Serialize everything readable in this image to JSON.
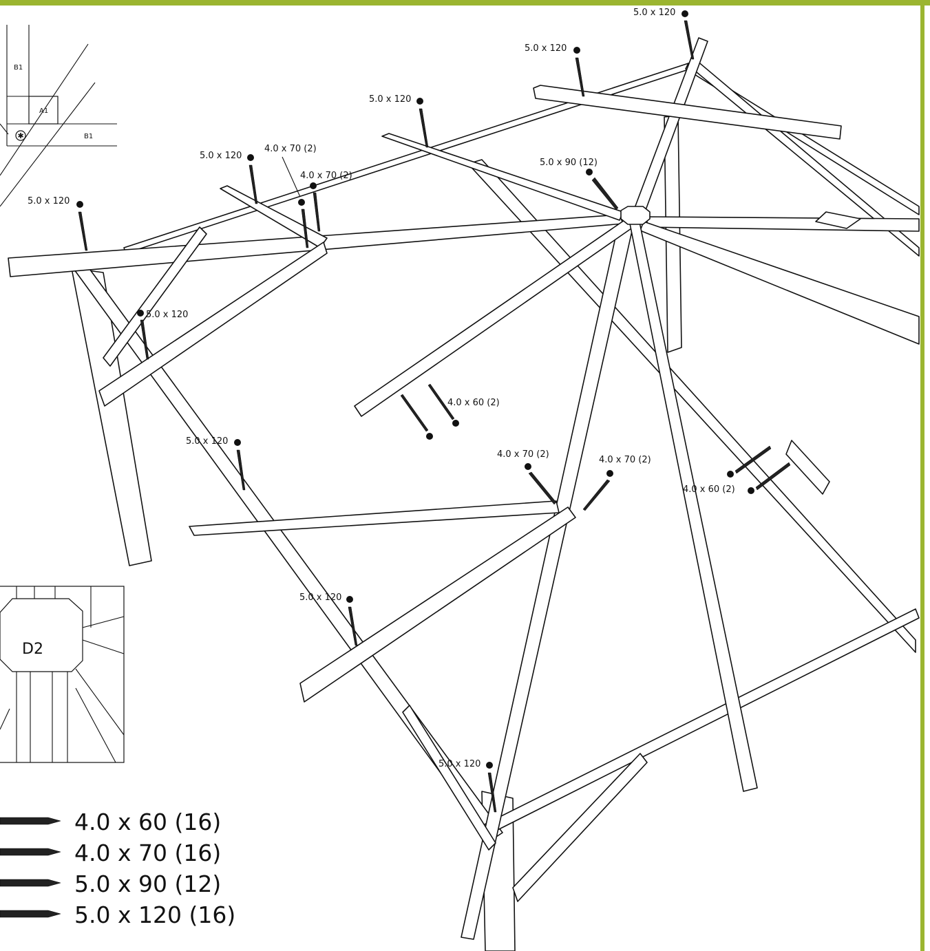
{
  "colors": {
    "accent": "#9bb530",
    "line": "#111111"
  },
  "inset_a": {
    "labels": [
      "B1",
      "A1",
      "B1"
    ],
    "icon": "screw-head-icon"
  },
  "inset_d2": {
    "label": "D2"
  },
  "callouts": [
    "5.0 x 120",
    "5.0 x 120",
    "5.0 x 120",
    "5.0 x 120",
    "4.0 x 70 (2)",
    "4.0 x 70 (2)",
    "5.0 x 120",
    "5.0 x 90 (12)",
    "5.0 x 120",
    "4.0 x 60 (2)",
    "5.0 x 120",
    "4.0 x 70 (2)",
    "4.0 x 70 (2)",
    "4.0 x 60 (2)",
    "5.0 x 120",
    "5.0 x 120"
  ],
  "legend": [
    {
      "label": "4.0 x 60 (16)",
      "icon": "screw-icon"
    },
    {
      "label": "4.0 x 70 (16)",
      "icon": "screw-icon"
    },
    {
      "label": "5.0 x 90 (12)",
      "icon": "screw-icon"
    },
    {
      "label": "5.0 x 120 (16)",
      "icon": "screw-icon"
    }
  ]
}
